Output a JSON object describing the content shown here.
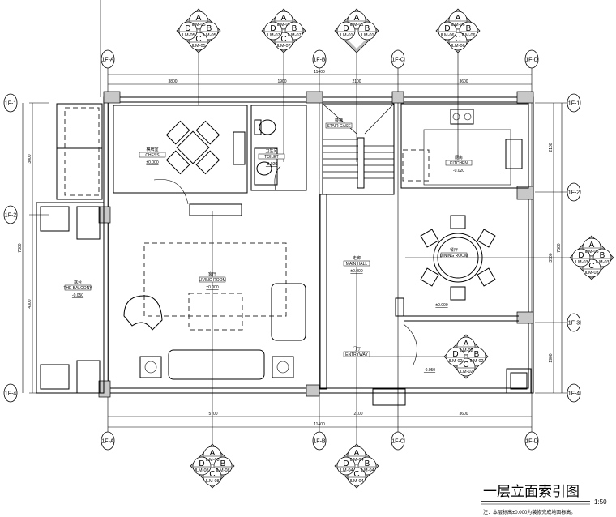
{
  "drawing": {
    "title": "一层立面索引图",
    "scale": "1:50",
    "note": "注：本层标高±0.000为装修完成地面标高。"
  },
  "axes": {
    "columns": [
      "1F-A",
      "1F-B",
      "1F-C",
      "1F-D"
    ],
    "rows_left": [
      "1F-1",
      "1F-2",
      "1F-4"
    ],
    "rows_right": [
      "1F-1",
      "1F-2",
      "1F-3",
      "1F-4"
    ]
  },
  "dimensions": {
    "top": [
      "3800",
      "1900",
      "2100",
      "3600"
    ],
    "top_total": "11400",
    "bottom": [
      "5700",
      "2100",
      "3600"
    ],
    "bottom_total": "11400",
    "left": [
      "3000",
      "4300"
    ],
    "left_total": "7300",
    "right": [
      "2100",
      "3500",
      "1900"
    ],
    "right_total": "7500"
  },
  "rooms": [
    {
      "name": "棋牌室",
      "en": "CHESS",
      "level": "±0.000"
    },
    {
      "name": "卫生间",
      "en": "TOILET",
      "level": "-0.020"
    },
    {
      "name": "楼梯",
      "en": "STAIR CASE",
      "level": ""
    },
    {
      "name": "厨房",
      "en": "KITCHEN",
      "level": "-0.020"
    },
    {
      "name": "客厅",
      "en": "LIVING ROOM",
      "level": "±0.000"
    },
    {
      "name": "走廊",
      "en": "MAIN HALL",
      "level": "±0.000"
    },
    {
      "name": "餐厅",
      "en": "DINING ROOM",
      "level": ""
    },
    {
      "name": "门厅",
      "en": "ENTRYWAY",
      "level": ""
    },
    {
      "name": "露台",
      "en": "THE BALCONY",
      "level": "-0.050"
    }
  ],
  "extra_levels": [
    "±0.000",
    "-0.050"
  ],
  "index_symbols": [
    {
      "code": "ILM-05",
      "faces": [
        "A",
        "B",
        "C",
        "D"
      ]
    },
    {
      "code": "ILM-07",
      "faces": [
        "A",
        "B",
        "C",
        "D"
      ]
    },
    {
      "code": "ILM-01",
      "faces": [
        "A",
        "B",
        "D"
      ]
    },
    {
      "code": "ILM-06",
      "faces": [
        "A",
        "B",
        "C",
        "D"
      ]
    },
    {
      "code": "ILM-03",
      "faces": [
        "A",
        "B",
        "C",
        "D"
      ]
    },
    {
      "code": "ILM-02",
      "faces": [
        "A",
        "B",
        "C",
        "D"
      ]
    },
    {
      "code": "ILM-08",
      "faces": [
        "A",
        "B",
        "C",
        "D"
      ]
    },
    {
      "code": "ILM-04",
      "faces": [
        "A",
        "B",
        "C",
        "D"
      ]
    }
  ]
}
